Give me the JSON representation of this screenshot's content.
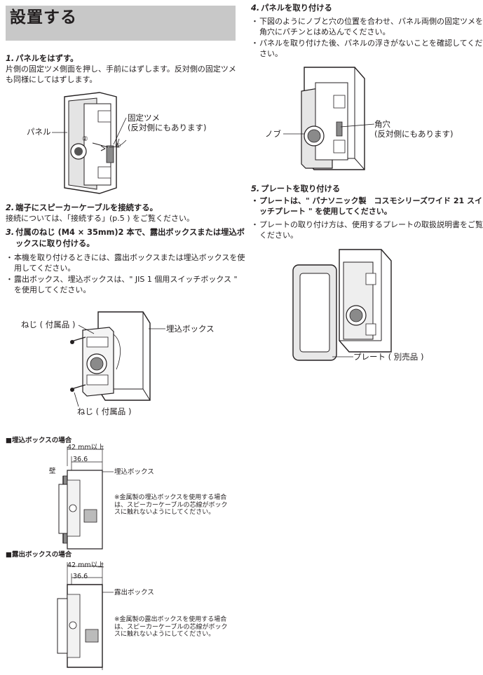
{
  "page": {
    "title": "設置する"
  },
  "steps": [
    {
      "number": "1.",
      "heading": "パネルをはずす。",
      "body": "片側の固定ツメ側面を押し、手前にはずします。反対側の固定ツメも同様にしてはずします。"
    },
    {
      "number": "2.",
      "heading": "端子にスピーカーケーブルを接続する。",
      "body": "接続については、「接続する」(p.5 ) をご覧ください。"
    },
    {
      "number": "3.",
      "heading": "付属のねじ (M4 × 35mm)2 本で、露出ボックスまたは埋込ボックスに取り付ける。",
      "bullets": [
        "本機を取り付けるときには、露出ボックスまたは埋込ボックスを使用してください。",
        "露出ボックス、埋込ボックスは、\" JIS 1 個用スイッチボックス \" を使用してください。"
      ]
    },
    {
      "number": "4.",
      "heading": "パネルを取り付ける",
      "bullets": [
        "下図のようにノブと穴の位置を合わせ、パネル両側の固定ツメを角穴にパチンとはめ込んでください。",
        "パネルを取り付けた後、パネルの浮きがないことを確認してください。"
      ]
    },
    {
      "number": "5.",
      "heading": "プレートを取り付ける",
      "bullets": [
        "プレートは、\" パナソニック製　コスモシリーズワイド 21 スイッチプレート \" を使用してください。",
        "プレートの取り付け方は、使用するプレートの取扱説明書をご覧ください。"
      ]
    }
  ],
  "fig1": {
    "panel": "パネル",
    "claw": "固定ツメ",
    "claw_note": "(反対側にもあります)",
    "c1": "①",
    "c2": "②"
  },
  "fig3": {
    "screw_top": "ねじ ( 付属品 )",
    "screw_bottom": "ねじ ( 付属品 )",
    "box": "埋込ボックス"
  },
  "fig4": {
    "knob": "ノブ",
    "hole": "角穴",
    "hole_note": "(反対側にもあります)"
  },
  "fig5": {
    "plate": "プレート ( 別売品 )"
  },
  "flush": {
    "heading": "■埋込ボックスの場合",
    "dim_total": "42 mm以上",
    "dim_inner": "36.6",
    "wall": "壁",
    "box": "埋込ボックス",
    "note": "※金属製の埋込ボックスを使用する場合は、スピーカーケーブルの芯線がボックスに触れないようにしてください。"
  },
  "surface": {
    "heading": "■露出ボックスの場合",
    "dim_total": "42 mm以上",
    "dim_inner": "36.6",
    "box": "露出ボックス",
    "note": "※金属製の露出ボックスを使用する場合は、スピーカーケーブルの芯線がボックスに触れないようにしてください。"
  }
}
